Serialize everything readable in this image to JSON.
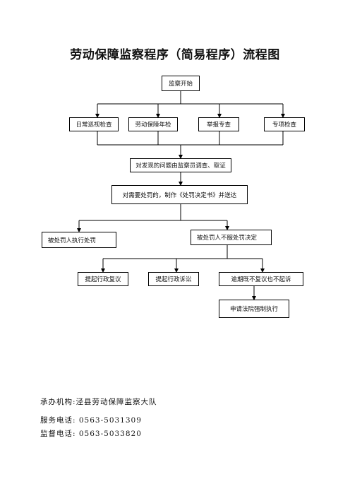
{
  "title": "劳动保障监察程序（简易程序）流程图",
  "nodes": {
    "start": "监察开始",
    "daily_inspection": "日常巡视检查",
    "annual_check": "劳动保障年检",
    "report_check": "举报专查",
    "special_check": "专项检查",
    "investigate": "对发现的问题由监察员调查、取证",
    "penalty_decision": "对需要处罚的，制作《处罚决定书》并送达",
    "execute": "被处罚人执行处罚",
    "refuse": "被处罚人不服处罚决定",
    "reconsideration": "提起行政复议",
    "lawsuit": "提起行政诉讼",
    "overdue": "逾期既不复议也不起诉",
    "court_enforce": "申请法院强制执行"
  },
  "footer": {
    "agency": "承办机构:泾县劳动保障监察大队",
    "service_phone": "服务电话: 0563-5031309",
    "supervise_phone": "监督电话: 0563-5033820"
  }
}
